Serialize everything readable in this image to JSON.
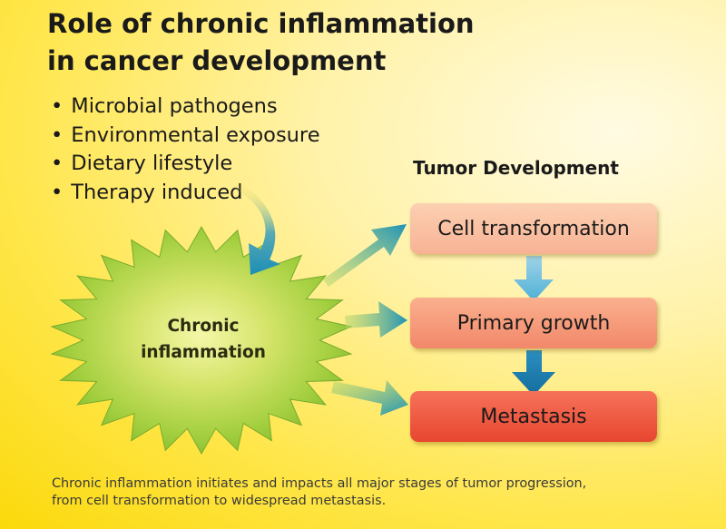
{
  "title": {
    "line1": "Role of chronic inflammation",
    "line2": "in cancer development"
  },
  "causes": [
    "Microbial pathogens",
    "Environmental exposure",
    "Dietary lifestyle",
    "Therapy induced"
  ],
  "burst": {
    "line1": "Chronic",
    "line2": "inflammation"
  },
  "tumor_development": {
    "heading": "Tumor Development",
    "stages": [
      "Cell transformation",
      "Primary growth",
      "Metastasis"
    ]
  },
  "caption": {
    "line1": "Chronic inflammation initiates and impacts all major stages of tumor progression,",
    "line2": "from cell transformation to widespread metastasis."
  },
  "colors": {
    "background": "#fbd90b",
    "burst": "#8cc63f",
    "arrow": "#2a9ab8",
    "stage1": "#f8b294",
    "stage2": "#f2886a",
    "stage3": "#e8462f"
  }
}
